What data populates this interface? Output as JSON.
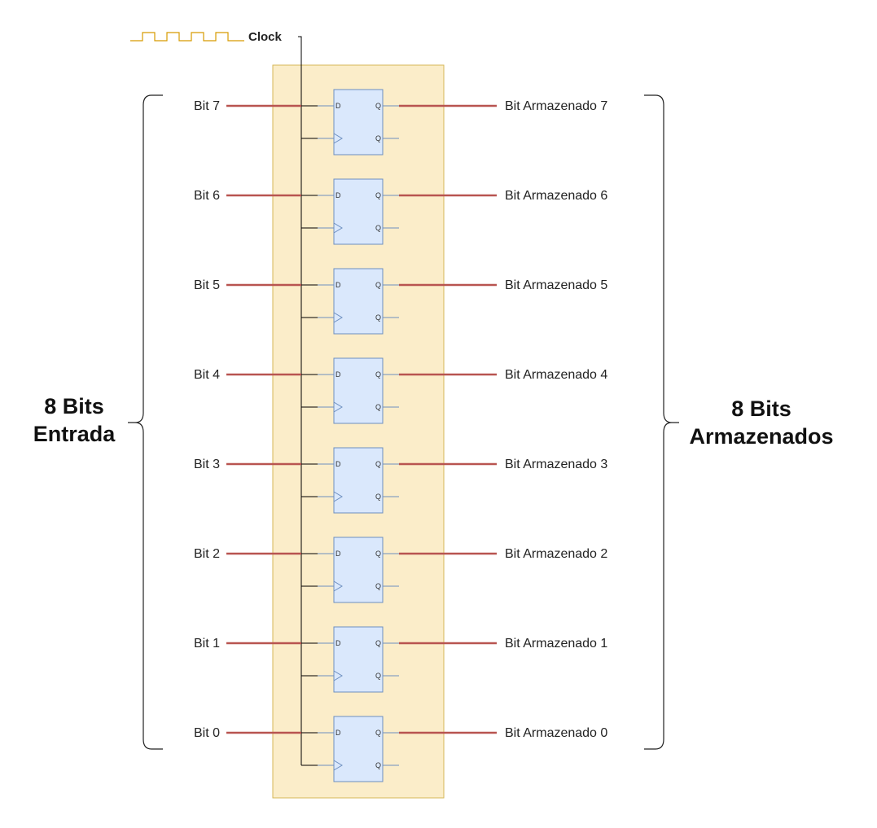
{
  "clock": {
    "label": "Clock"
  },
  "inputs_group": {
    "line1": "8 Bits",
    "line2": "Entrada"
  },
  "outputs_group": {
    "line1": "8 Bits",
    "line2": "Armazenados"
  },
  "flip_flop_pins": {
    "d": "D",
    "q": "Q",
    "q_bar": "Q"
  },
  "bits": [
    {
      "input": "Bit 7",
      "output": "Bit Armazenado 7"
    },
    {
      "input": "Bit 6",
      "output": "Bit Armazenado 6"
    },
    {
      "input": "Bit 5",
      "output": "Bit Armazenado 5"
    },
    {
      "input": "Bit 4",
      "output": "Bit Armazenado 4"
    },
    {
      "input": "Bit 3",
      "output": "Bit Armazenado 3"
    },
    {
      "input": "Bit 2",
      "output": "Bit Armazenado 2"
    },
    {
      "input": "Bit 1",
      "output": "Bit Armazenado 1"
    },
    {
      "input": "Bit 0",
      "output": "Bit Armazenado 0"
    }
  ],
  "colors": {
    "register_fill": "#fbedc9",
    "register_stroke": "#d6b656",
    "flip_flop_fill": "#dae8fc",
    "flip_flop_stroke": "#6c8ebf",
    "data_wire": "#b85450",
    "clock_wave": "#d79b00",
    "wire": "#000000"
  }
}
